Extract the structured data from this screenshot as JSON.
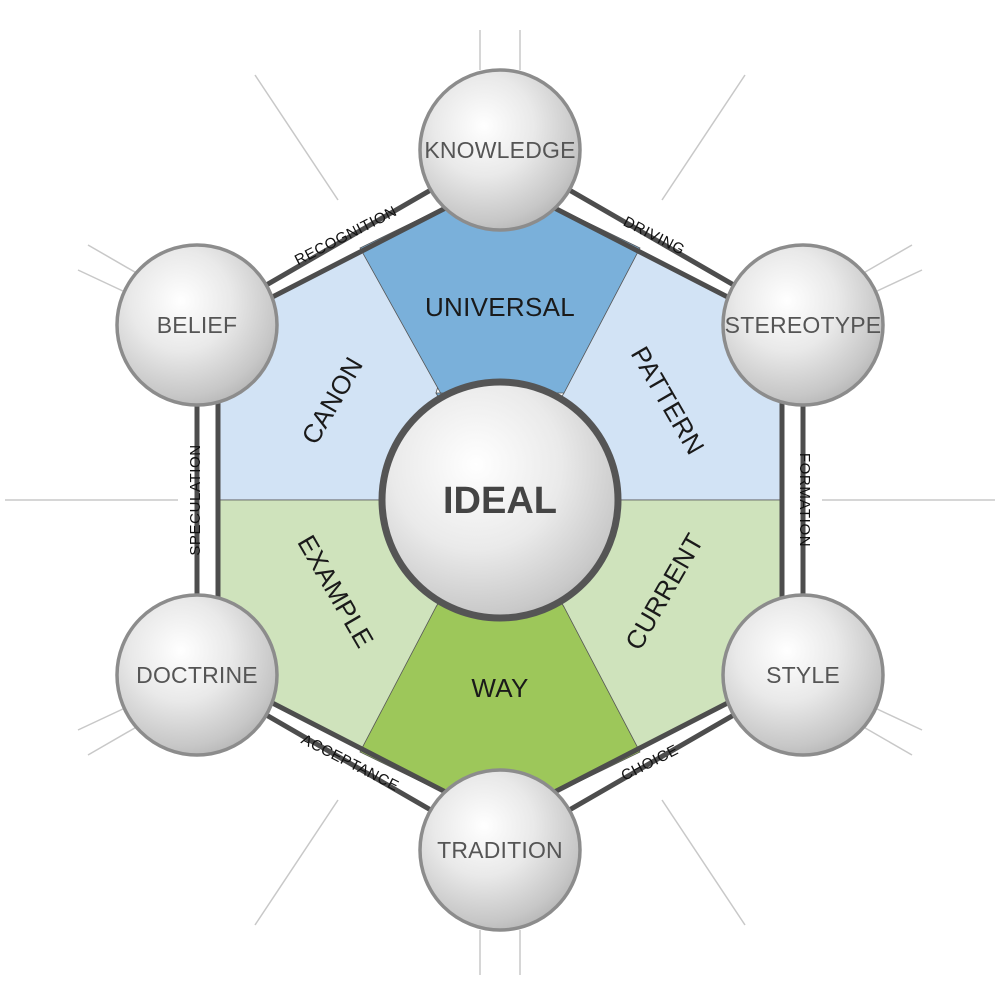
{
  "center": {
    "label": "IDEAL"
  },
  "nodes": {
    "top": "KNOWLEDGE",
    "upper_right": "STEREOTYPE",
    "lower_right": "STYLE",
    "bottom": "TRADITION",
    "lower_left": "DOCTRINE",
    "upper_left": "BELIEF"
  },
  "edges": {
    "top_upper_right": "DRIVING",
    "upper_right_lower_right": "FORMATION",
    "lower_right_bottom": "CHOICE",
    "bottom_lower_left": "ACCEPTANCE",
    "lower_left_upper_left": "SPECULATION",
    "upper_left_top": "RECOGNITION"
  },
  "sectors": {
    "top": "UNIVERSAL",
    "upper_right": "PATTERN",
    "lower_right": "CURRENT",
    "bottom": "WAY",
    "lower_left": "EXAMPLE",
    "upper_left": "CANON"
  },
  "colors": {
    "blue_dark": "#7ab0da",
    "blue_light": "#d2e3f5",
    "green_dark": "#9dc75a",
    "green_light": "#cfe3bc",
    "frame": "#4d4d4d",
    "sphere_border": "#8c8c8c",
    "center_border": "#555555",
    "spoke": "#c8c8c8"
  }
}
